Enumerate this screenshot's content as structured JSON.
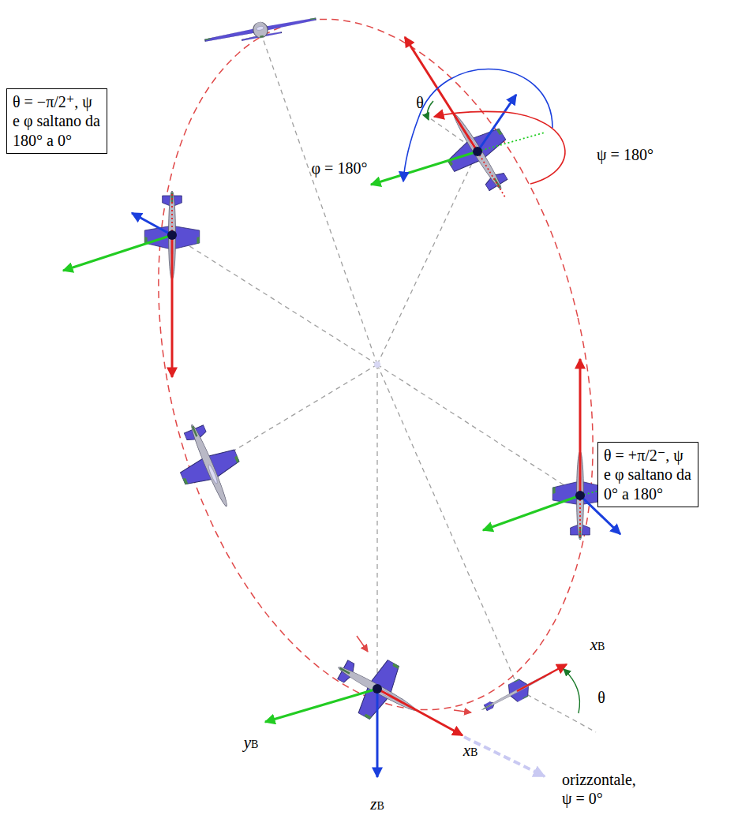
{
  "diagram": {
    "nodes": [
      {
        "text": [
          "θ = −π/2⁺, ψ e φ saltano da 180° a 0°"
        ]
      },
      {
        "text": [
          "θ = +π/2⁻, ψ e φ saltano da 0° a 180°"
        ]
      }
    ],
    "labels": [
      "θ",
      "φ = 180°",
      "ψ = 180°",
      "xB",
      "θ",
      "yB",
      "xB",
      "zB",
      "orizzontale, ψ = 0°"
    ]
  }
}
